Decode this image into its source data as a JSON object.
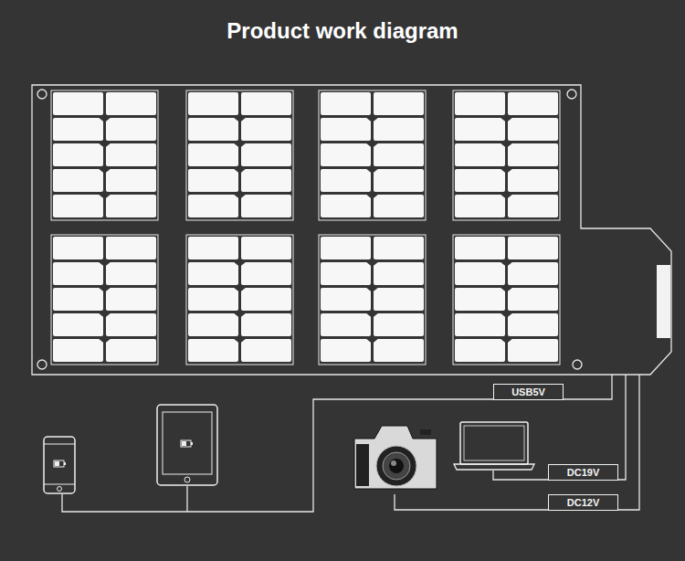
{
  "diagram": {
    "title": "Product work diagram",
    "nodes": [
      {
        "text": [
          "USB5V"
        ]
      },
      {
        "text": [
          "DC19V"
        ]
      },
      {
        "text": [
          "DC12V"
        ]
      }
    ]
  }
}
